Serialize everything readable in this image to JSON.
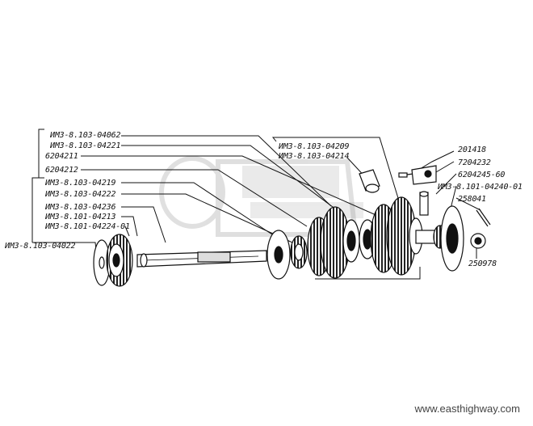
{
  "labels": {
    "l_04062": "ИМЗ-8.103-04062",
    "l_04221": "ИМЗ-8.103-04221",
    "l_6204211": "6204211",
    "l_6204212": "6204212",
    "l_04219": "ИМЗ-8.103-04219",
    "l_04222": "ИМЗ-8.103-04222",
    "l_04236": "ИМЗ-8.103-04236",
    "l_04213": "ИМЗ-8.101-04213",
    "l_04224": "ИМЗ-8.101-04224-01",
    "l_04022": "ИМЗ-8.103-04022",
    "l_04209": "ИМЗ-8.103-04209",
    "l_04214": "ИМЗ-8.103-04214",
    "l_201418": "201418",
    "l_7204232": "7204232",
    "l_6204245": "6204245-60",
    "l_04240": "ИМЗ-8.101-04240-01",
    "l_258041": "258041",
    "l_250978": "250978"
  },
  "watermark": "www.easthighway.com",
  "colors": {
    "ink": "#111111",
    "watermark_text": "#444444",
    "background": "#ffffff"
  }
}
